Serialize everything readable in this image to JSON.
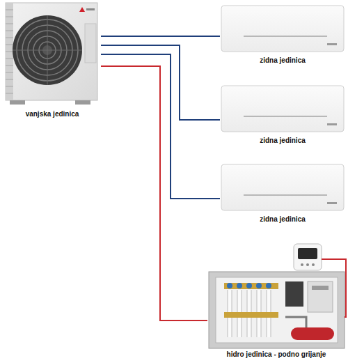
{
  "diagram": {
    "nodes": [
      {
        "text": [
          "vanjska jedinica"
        ]
      },
      {
        "text": [
          "zidna jedinica"
        ]
      },
      {
        "text": [
          "zidna jedinica"
        ]
      },
      {
        "text": [
          "zidna jedinica"
        ]
      },
      {
        "text": [
          "hidro jedinica - podno grijanje"
        ]
      }
    ],
    "edges": [
      {
        "from": 0,
        "to": 1,
        "arrow": "none"
      },
      {
        "from": 0,
        "to": 2,
        "arrow": "none"
      },
      {
        "from": 0,
        "to": 3,
        "arrow": "none"
      },
      {
        "from": 0,
        "to": 4,
        "arrow": "none"
      }
    ]
  }
}
